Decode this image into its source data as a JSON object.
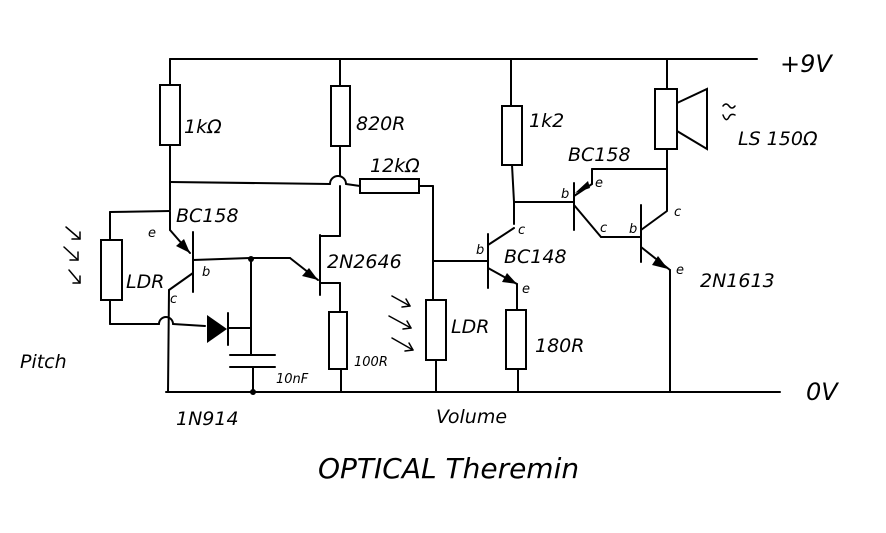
{
  "title": "OPTICAL Theremin",
  "rails": {
    "supply": "+9V",
    "ground": "0V"
  },
  "sections": {
    "pitch": "Pitch",
    "volume": "Volume"
  },
  "components": {
    "r1": "1kΩ",
    "r2": "820R",
    "r3": "12kΩ",
    "r4": "1k2",
    "r5": "100R",
    "r6": "180R",
    "ldr_pitch": "LDR",
    "ldr_volume": "LDR",
    "q1": "BC158",
    "q2": "2N2646",
    "q3": "BC148",
    "q4": "BC158",
    "q5": "2N1613",
    "diode": "1N914",
    "capacitor": "10nF",
    "speaker": "LS 150Ω"
  },
  "pins": {
    "e": "e",
    "b": "b",
    "c": "c"
  },
  "colors": {
    "ink": "#000000",
    "paper": "#ffffff"
  }
}
